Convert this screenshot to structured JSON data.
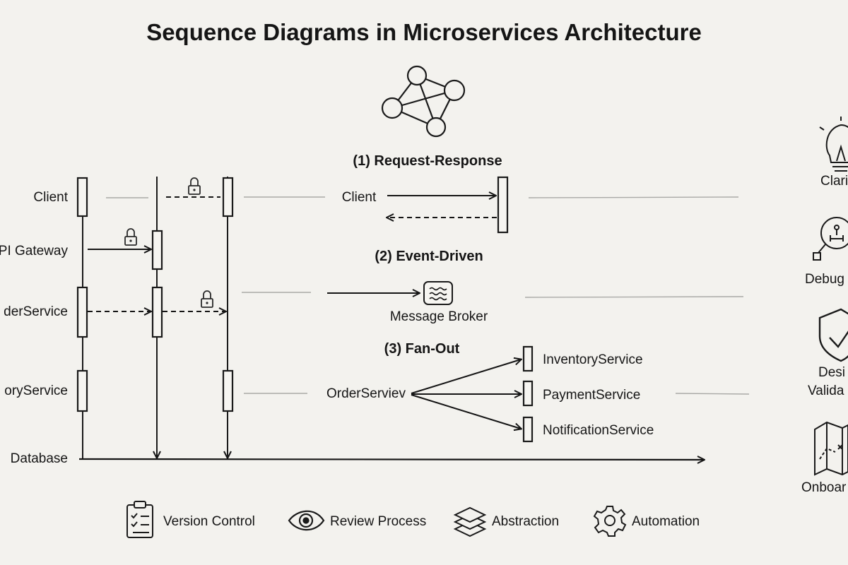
{
  "title": "Sequence Diagrams in Microservices Architecture",
  "participants": {
    "client": "Client",
    "api_gateway": "PI Gateway",
    "order_service": "derService",
    "inventory_service": "oryService",
    "database": "Database"
  },
  "patterns": {
    "request_response": {
      "heading": "(1) Request-Response",
      "actor": "Client"
    },
    "event_driven": {
      "heading": "(2) Event-Driven",
      "target": "Message Broker"
    },
    "fan_out": {
      "heading": "(3) Fan-Out",
      "source": "OrderServiev",
      "targets": [
        "InventoryService",
        "PaymentService",
        "NotificationService"
      ]
    }
  },
  "benefits": [
    "Clari",
    "Debug",
    "Desi",
    "Valida",
    "Onboar"
  ],
  "legend": [
    {
      "label": "Version Control",
      "icon": "clipboard-icon"
    },
    {
      "label": "Review Process",
      "icon": "eye-icon"
    },
    {
      "label": "Abstraction",
      "icon": "layers-icon"
    },
    {
      "label": "Automation",
      "icon": "gear-icon"
    }
  ]
}
